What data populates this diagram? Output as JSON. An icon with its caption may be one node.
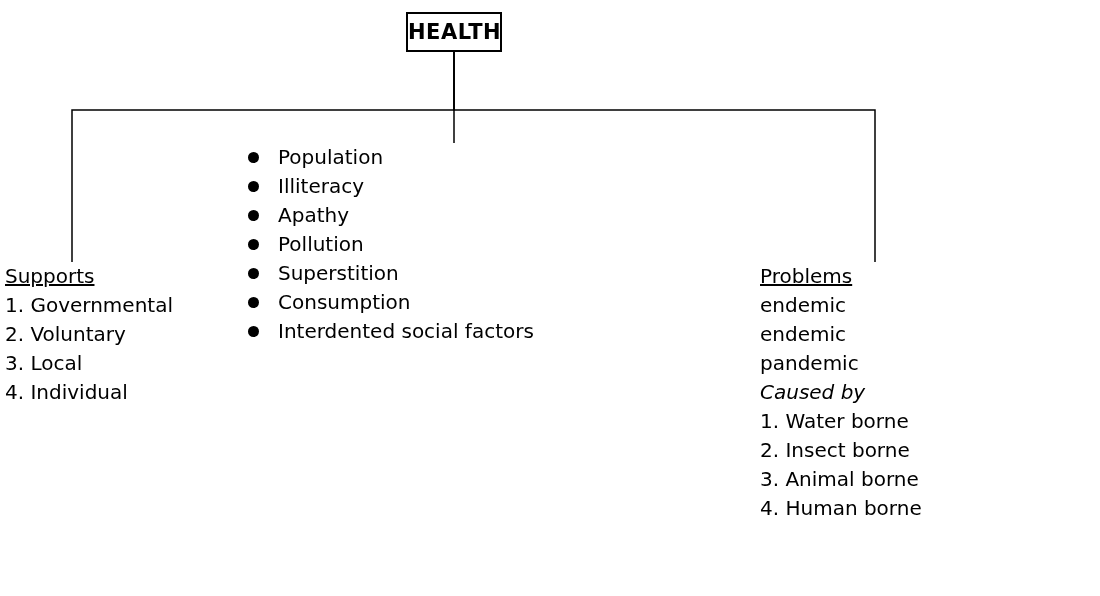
{
  "diagram": {
    "nodes": [
      {
        "text": [
          "HEALTH"
        ]
      },
      {
        "text": [
          "Supports",
          "1. Governmental",
          "2. Voluntary",
          "3. Local",
          "4. Individual"
        ]
      },
      {
        "text": [
          "Population",
          "Illiteracy",
          "Apathy",
          "Pollution",
          "Superstition",
          "Consumption",
          "Interdented social factors"
        ]
      },
      {
        "text": [
          "Problems",
          "endemic",
          "endemic",
          "pandemic",
          "Caused by",
          "1. Water borne",
          "2. Insect borne",
          "3. Animal borne",
          "4. Human borne"
        ]
      }
    ],
    "edges": [
      {
        "from": 0,
        "to": 1,
        "arrow": "none"
      },
      {
        "from": 0,
        "to": 2,
        "arrow": "none"
      },
      {
        "from": 0,
        "to": 3,
        "arrow": "none"
      }
    ]
  }
}
